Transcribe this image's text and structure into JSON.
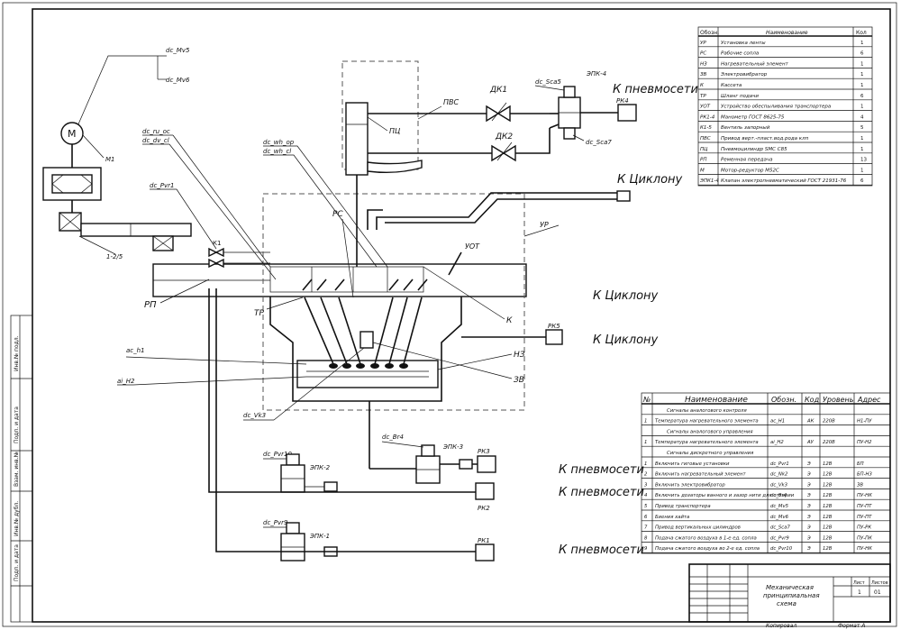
{
  "frame": {
    "side_labels": [
      "Инв.№ подл.",
      "Подп. и дата",
      "Взам. инв.№",
      "Инв.№ дубл.",
      "Подп. и дата"
    ]
  },
  "signals": {
    "dc_mv5": "dc_Mv5",
    "dc_mv6": "dc_Mv6",
    "dc_ru_oc": "dc_ru_oc",
    "dc_dv_cl": "dc_dv_cl",
    "dc_pvr1": "dc_Pvr1",
    "dc_wh_op": "dc_wh_op",
    "dc_wh_cl": "dc_wh_cl",
    "dc_sca5": "dc_Sca5",
    "dc_sca7": "dc_Sca7",
    "ac_h1": "ac_h1",
    "ai_h2": "ai_H2",
    "dc_vk3": "dc_Vk3",
    "dc_br4": "dc_Br4",
    "dc_pvr10": "dc_Pvr10",
    "dc_pvr9": "dc_Pvr9"
  },
  "labels": {
    "motor": "M",
    "m1": "М1",
    "reducer": "1-2/5",
    "rp": "РП",
    "tr": "ТР",
    "yr": "УР",
    "rs": "РС",
    "k": "К",
    "uot": "УОТ",
    "nz": "НЗ",
    "zv": "ЗВ",
    "dk1": "ДК1",
    "dk2": "ДК2",
    "pc": "ПЦ",
    "pvs": "ПВС",
    "ery4": "ЭПК-4",
    "rk4": "РК4",
    "rk5": "РК5",
    "ery3": "ЭПК-3",
    "rk3": "РК3",
    "ery2": "ЭПК-2",
    "rk2": "РК2",
    "ery1": "ЭПК-1",
    "rk1": "РК1",
    "k1": "К1"
  },
  "destinations": {
    "pneumo": "К пневмосети",
    "cyclone": "К Циклону"
  },
  "equipment_table": {
    "headers": [
      "Обозн.",
      "Наименование",
      "Кол"
    ],
    "rows": [
      [
        "УР",
        "Установка ленты",
        "1"
      ],
      [
        "РС",
        "Рабочие сопла",
        "6"
      ],
      [
        "НЗ",
        "Нагревательный элемент",
        "1"
      ],
      [
        "ЗВ",
        "Электровибратор",
        "1"
      ],
      [
        "К",
        "Кассета",
        "1"
      ],
      [
        "ТР",
        "Шланг подачи",
        "6"
      ],
      [
        "УОТ",
        "Устройство обеспыливания транспортера",
        "1"
      ],
      [
        "РК1-4",
        "Манометр ГОСТ 8625-75",
        "4"
      ],
      [
        "К1-5",
        "Вентиль запорный",
        "5"
      ],
      [
        "ПВС",
        "Привод верт.-пласт.вод.рода клп",
        "1"
      ],
      [
        "ПЦ",
        "Пневмоцилиндр SMC C85",
        "1"
      ],
      [
        "РП",
        "Ременная передача",
        "13"
      ],
      [
        "М",
        "Мотор-редуктор М52С",
        "1"
      ],
      [
        "ЭПК1-4",
        "Клапан электропневматический ГОСТ 21931-76",
        "6"
      ]
    ]
  },
  "signals_table": {
    "headers": [
      "№",
      "Наименование",
      "Обозн.",
      "Код",
      "Уровень",
      "Адрес"
    ],
    "rows": [
      [
        "",
        "Сигналы аналогового контроля",
        "",
        "",
        "",
        ""
      ],
      [
        "1",
        "Температура нагревательного элемента",
        "ac_H1",
        "АК",
        "220В",
        "Н1-ПУ"
      ],
      [
        "",
        "Сигналы аналогового управления",
        "",
        "",
        "",
        ""
      ],
      [
        "1",
        "Температура нагревательного элемента",
        "ai_H2",
        "АУ",
        "220В",
        "ПУ-Н2"
      ],
      [
        "",
        "Сигналы дискретного управления",
        "",
        "",
        "",
        ""
      ],
      [
        "1",
        "Включить гиговые установки",
        "dc_Pvr1",
        "Э",
        "12В",
        "БП"
      ],
      [
        "2",
        "Включить нагревательный элемент",
        "dc_Nk2",
        "Э",
        "12В",
        "БП-Н3"
      ],
      [
        "3",
        "Включить электровибратор",
        "dc_Vk3",
        "Э",
        "12В",
        "ЗВ"
      ],
      [
        "4",
        "Включить дозаторы ванного и зазор нити для оттарии",
        "dc_Br4",
        "Э",
        "12В",
        "ПУ-НК"
      ],
      [
        "5",
        "Привод транспортера",
        "dc_Mv5",
        "Э",
        "12В",
        "ПУ-ПТ"
      ],
      [
        "6",
        "Биения хайта",
        "dc_Mv6",
        "Э",
        "12В",
        "ПУ-ПТ"
      ],
      [
        "7",
        "Привод вертикальных цилиндров",
        "dc_Sca7",
        "Э",
        "12В",
        "ПУ-РК"
      ],
      [
        "8",
        "Подача сжатого воздуха в 1-е ед. сопла",
        "dc_Pvr9",
        "Э",
        "12В",
        "ПУ-ПК"
      ],
      [
        "9",
        "Подача сжатого воздуха во 2-е ед. сопла",
        "dc_Pvr10",
        "Э",
        "12В",
        "ПУ-НК"
      ]
    ]
  },
  "title_block": {
    "title_line1": "Механическая",
    "title_line2": "принципиальная",
    "title_line3": "схема",
    "sheet": "Лист",
    "sheets": "Листов",
    "sheet_no": "1",
    "sheets_no": "01",
    "copied": "Копировал",
    "format": "Формат А"
  }
}
